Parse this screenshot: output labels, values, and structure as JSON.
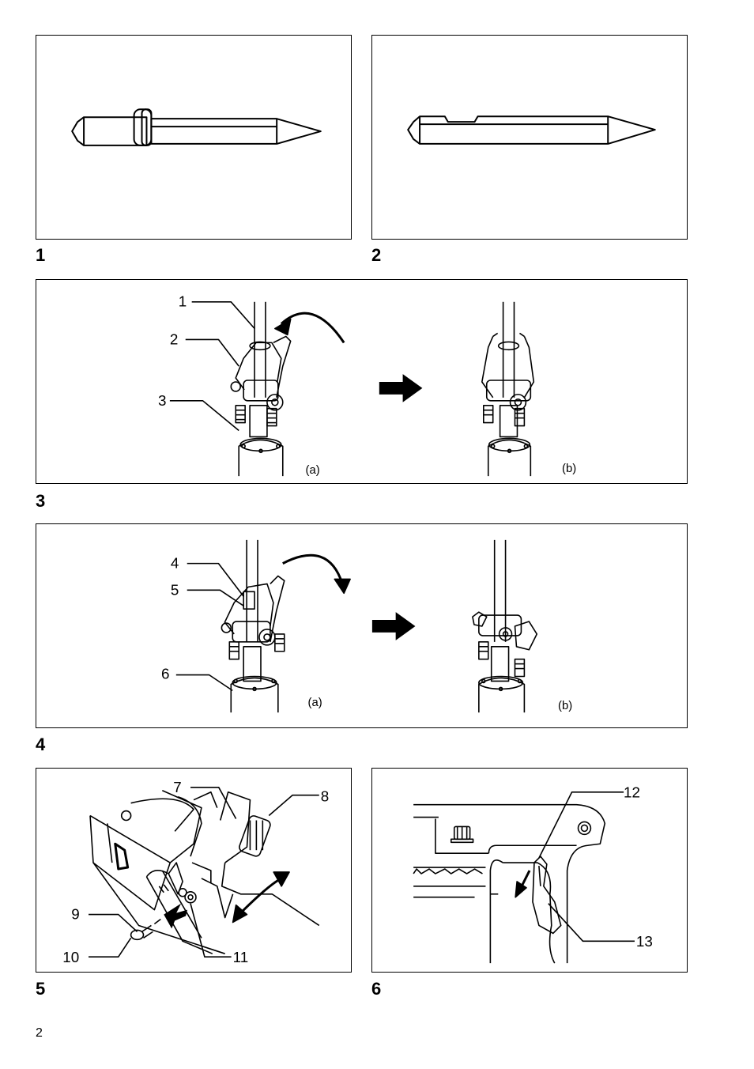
{
  "figures": [
    {
      "number": "1"
    },
    {
      "number": "2"
    },
    {
      "number": "3",
      "callouts": [
        "1",
        "2",
        "3"
      ],
      "subs": [
        "(a)",
        "(b)"
      ]
    },
    {
      "number": "4",
      "callouts": [
        "4",
        "5",
        "6"
      ],
      "subs": [
        "(a)",
        "(b)"
      ]
    },
    {
      "number": "5",
      "callouts": [
        "7",
        "8",
        "9",
        "10",
        "11"
      ]
    },
    {
      "number": "6",
      "callouts": [
        "12",
        "13"
      ]
    }
  ],
  "page_number": "2"
}
